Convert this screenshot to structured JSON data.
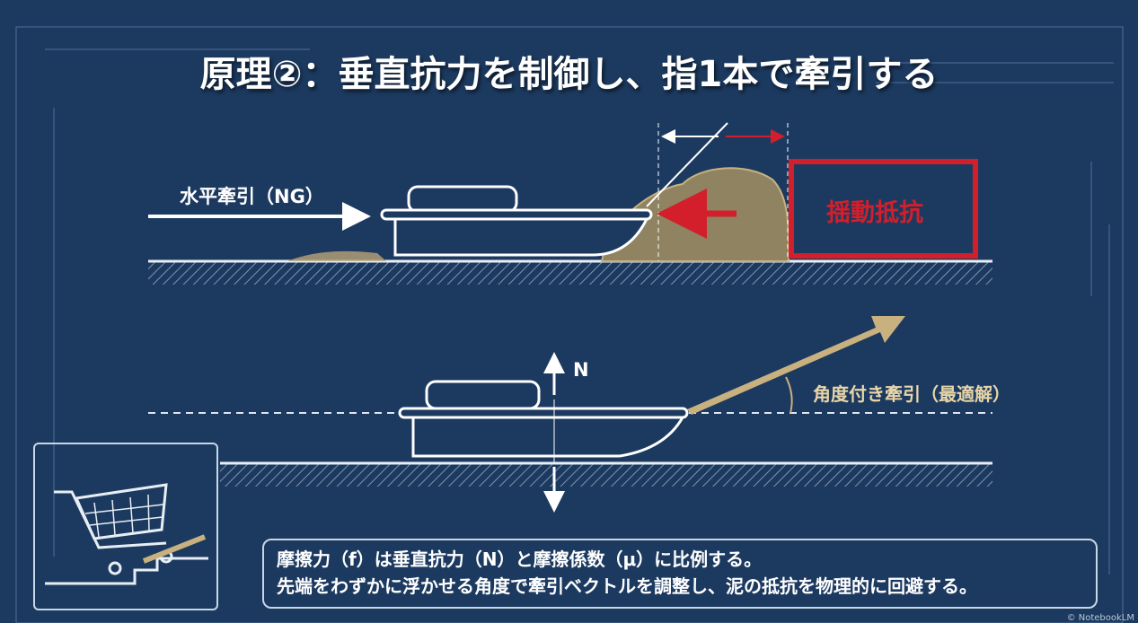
{
  "title": "原理②：垂直抗力を制御し、指1本で牽引する",
  "top_diagram": {
    "horizontal_pull_label": "水平牽引（NG）",
    "resistance_label": "揺動抵抗"
  },
  "bottom_diagram": {
    "normal_force_label": "N",
    "angled_pull_label": "角度付き牽引（最適解）"
  },
  "note": {
    "line1": "摩擦力（f）は垂直抗力（N）と摩擦係数（μ）に比例する。",
    "line2": "先端をわずかに浮かせる角度で牽引ベクトルを調整し、泥の抵抗を物理的に回避する。"
  },
  "credit": "© NotebookLM",
  "colors": {
    "background": "#1c3a60",
    "accent_red": "#d21f2b",
    "accent_gold": "#c9b17f",
    "line": "#e8eef5"
  }
}
